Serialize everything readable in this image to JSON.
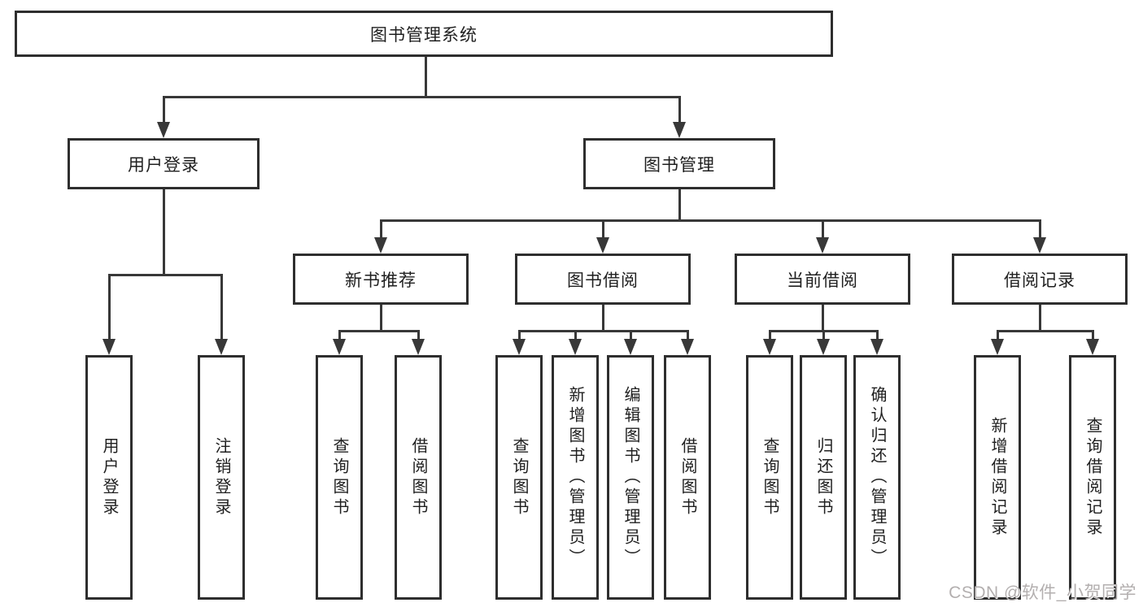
{
  "theme": {
    "line_color": "#383838",
    "border_color": "#2e2e2e",
    "text_color": "#1f1f1f",
    "background": "#ffffff",
    "watermark_color": "#b3afaf"
  },
  "tree": {
    "root": {
      "label": "图书管理系统"
    },
    "branches": [
      {
        "label": "用户登录",
        "children": [
          "用户登录",
          "注销登录"
        ]
      },
      {
        "label": "图书管理",
        "sections": [
          {
            "label": "新书推荐",
            "children": [
              "查询图书",
              "借阅图书"
            ]
          },
          {
            "label": "图书借阅",
            "children": [
              "查询图书",
              "新增图书（管理员）",
              "编辑图书（管理员）",
              "借阅图书"
            ]
          },
          {
            "label": "当前借阅",
            "children": [
              "查询图书",
              "归还图书",
              "确认归还（管理员）"
            ]
          },
          {
            "label": "借阅记录",
            "children": [
              "新增借阅记录",
              "查询借阅记录"
            ]
          }
        ]
      }
    ]
  },
  "watermark": {
    "text": "CSDN @软件_小贺同学"
  }
}
